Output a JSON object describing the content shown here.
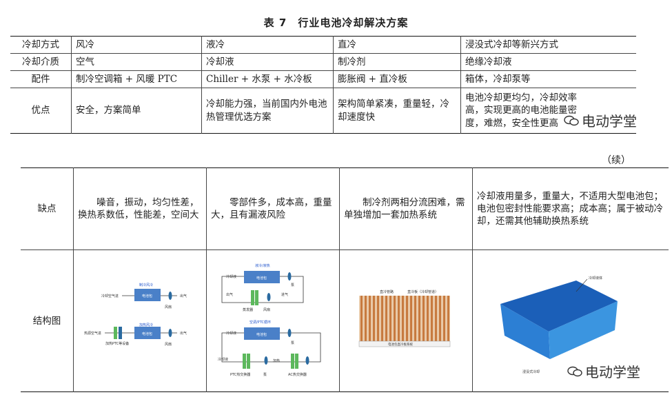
{
  "title": "表 7　行业电池冷却解决方案",
  "table1": {
    "rows": [
      [
        "冷却方式",
        "风冷",
        "液冷",
        "直冷",
        "浸没式冷却等新兴方式"
      ],
      [
        "冷却介质",
        "空气",
        "冷却液",
        "制冷剂",
        "绝缘冷却液"
      ],
      [
        "配件",
        "制冷空调箱 + 风暖 PTC",
        "Chiller + 水泵 + 水冷板",
        "膨胀阀 + 直冷板",
        "箱体，冷却泵等"
      ],
      [
        "优点",
        "安全，方案简单",
        "冷却能力强，当前国内外电池热管理优选方案",
        "架构简单紧凑，重量轻，冷却速度快",
        "电池冷却更均匀，冷却效率高，实现更高的电池能量密度，难燃，安全性更高"
      ]
    ]
  },
  "continued": "（续）",
  "table2": {
    "drawback_label": "缺点",
    "drawbacks": [
      "噪音，振动，均匀性差，换热系数低，性能差，空间大",
      "零部件多，成本高，重量大，且有漏液风险",
      "制冷剂两相分流困难，需单独增加一套加热系统",
      "冷却液用量多，重量大，不适用大型电池包；电池包密封性能要求高；成本高；属于被动冷却，还需其他辅助换热系统"
    ],
    "diagram_label": "结构图"
  },
  "diagrams": {
    "air": {
      "top_title": "制冷风冷",
      "top_box": "电池包",
      "top_in": "冷却空气进",
      "top_out": "出气",
      "top_fan": "风扇",
      "bot_title": "加热风冷",
      "bot_box": "电池包",
      "bot_in": "热源空气进",
      "bot_out": "出气",
      "bot_fan": "风扇",
      "bot_heater": "加热PTC等设备"
    },
    "liquid": {
      "top_title": "液冷/液热",
      "coolant_in": "冷却液",
      "battery": "电池包",
      "pump": "泵",
      "out_air": "出气",
      "evap": "蒸发器",
      "fan": "风扇",
      "in_air": "进气",
      "mid_title": "空调/PTC循环",
      "coolant_in2": "冷却液",
      "battery2": "电池包",
      "pump2": "泵",
      "coolant_out": "冷却液",
      "ptc_exch": "PTC热交换器",
      "pump3": "泵",
      "heater": "加热",
      "ac_exch": "AC热交换器"
    },
    "direct": {
      "label1": "直冷管路",
      "label2": "直冷板（冷却管道）",
      "base": "电池包直冷板系统"
    },
    "immersion": {
      "top_label": "冷却液体",
      "bottom_label": "浸没式冷却"
    }
  },
  "watermark": "电动学堂"
}
